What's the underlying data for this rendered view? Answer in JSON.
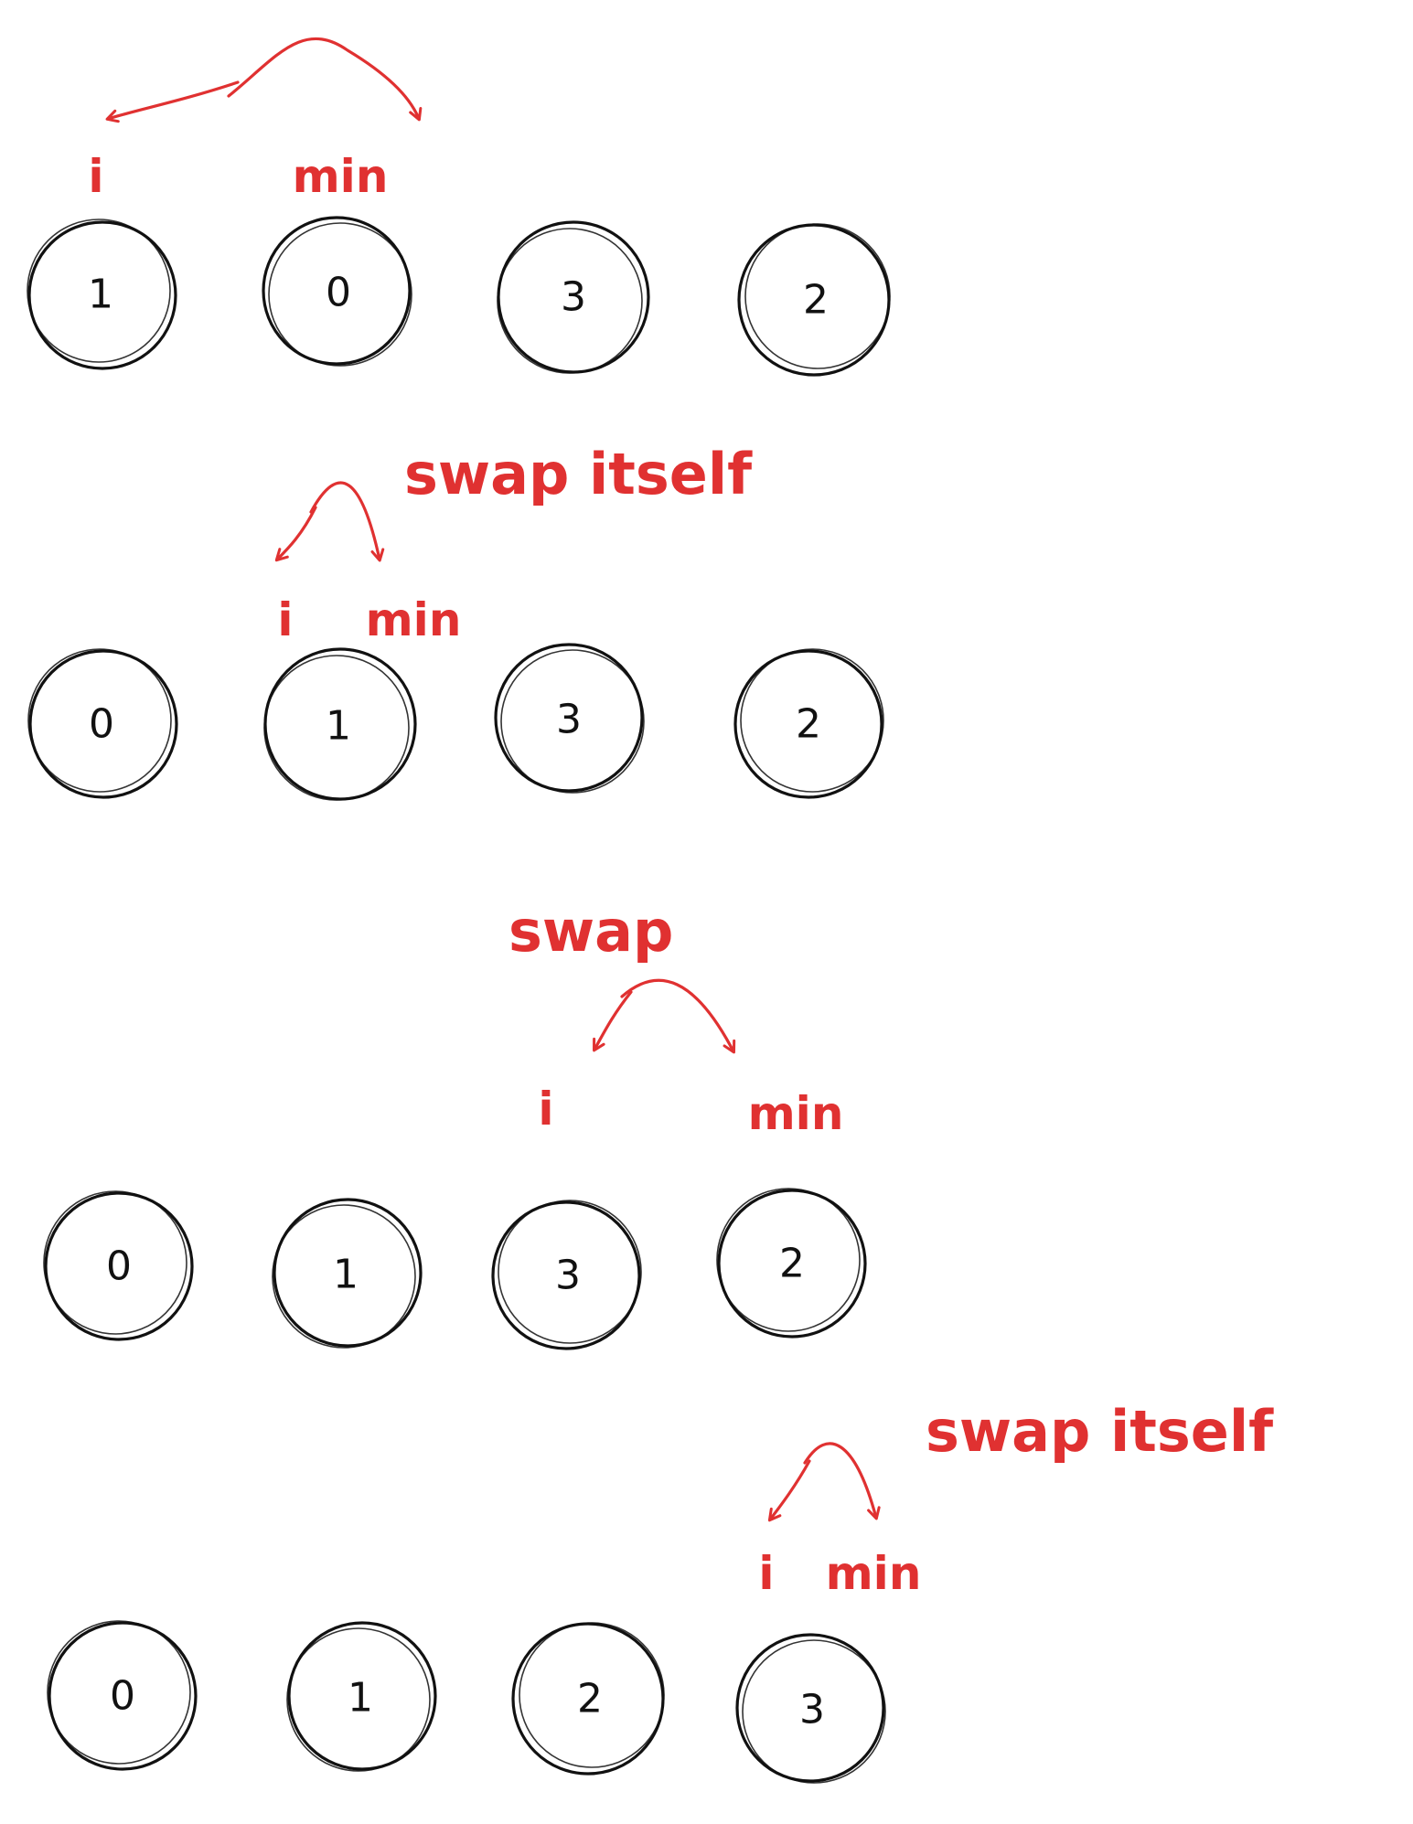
{
  "colors": {
    "ink": "#111111",
    "accent": "#e03131"
  },
  "steps": [
    {
      "values": [
        "1",
        "0",
        "3",
        "2"
      ],
      "pointers": {
        "i": "i",
        "min": "min"
      },
      "note": ""
    },
    {
      "values": [
        "0",
        "1",
        "3",
        "2"
      ],
      "pointers": {
        "i": "i",
        "min": "min"
      },
      "note": "swap itself"
    },
    {
      "values": [
        "0",
        "1",
        "3",
        "2"
      ],
      "pointers": {
        "i": "i",
        "min": "min"
      },
      "note": "swap"
    },
    {
      "values": [
        "0",
        "1",
        "2",
        "3"
      ],
      "pointers": {
        "i": "i",
        "min": "min"
      },
      "note": "swap itself"
    }
  ]
}
